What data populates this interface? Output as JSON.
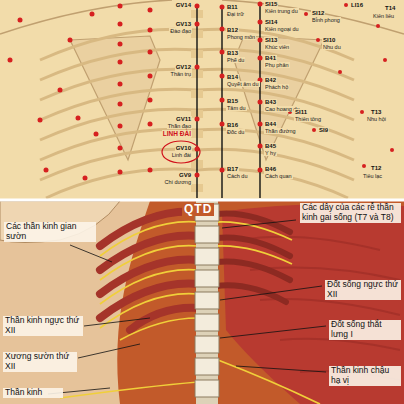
{
  "diagram": {
    "labels": [
      "GV14",
      "GV13",
      "Đào đạo",
      "GV12",
      "Thân trụ",
      "GV11",
      "Thần đạo",
      "LINH ĐÀI",
      "GV10",
      "Linh đài",
      "GV9",
      "Chí dương",
      "B11",
      "Đại trữ",
      "B12",
      "Phong môn",
      "B13",
      "Phế du",
      "B14",
      "Quyết âm du",
      "B15",
      "Tâm du",
      "B16",
      "Đốc du",
      "B17",
      "Cách du",
      "SI15",
      "Kiên trung du",
      "SI14",
      "Kiên ngoại du",
      "SI13",
      "Khúc viên",
      "B41",
      "Phụ phân",
      "B42",
      "Phách hộ",
      "B43",
      "Cao hoang du",
      "B44",
      "Thần đường",
      "B45",
      "Y hy",
      "B46",
      "Cách quan",
      "SI12",
      "Bỉnh phong",
      "LI16",
      "T14",
      "Kiên liêu",
      "SI10",
      "Nhu du",
      "SI11",
      "Thiên tông",
      "SI9",
      "T13",
      "Nhu hội",
      "T12",
      "Tiêu lạc",
      "QTD",
      "Các thần kinh gian sườn",
      "Các dây của các rễ thần kinh gai sống (T7 và T8)",
      "Đốt sống ngực thứ XII",
      "Đốt sống thắt lưng I",
      "Thần kinh chậu hạ vị",
      "Thần kinh ngực thứ XII",
      "Xương sườn thứ XII",
      "Thần kinh"
    ]
  }
}
